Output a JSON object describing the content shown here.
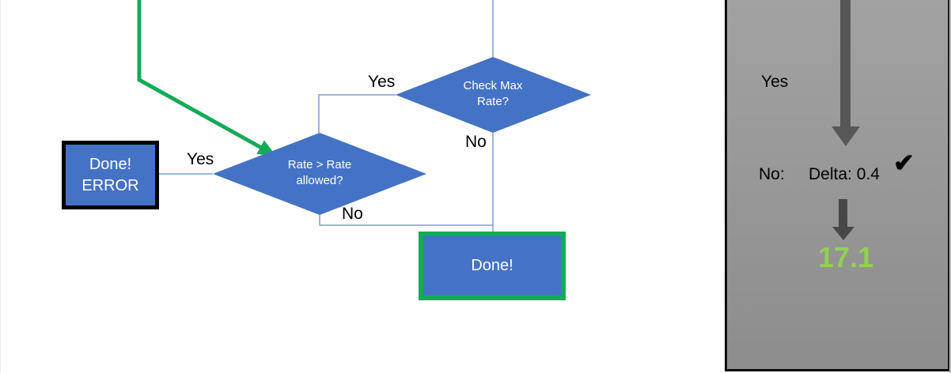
{
  "flowchart": {
    "check_max": {
      "text_line1": "Check Max",
      "text_line2": "Rate?",
      "yes_label": "Yes",
      "no_label": "No"
    },
    "rate_allowed": {
      "text_line1": "Rate > Rate",
      "text_line2": "allowed?",
      "yes_label": "Yes",
      "no_label": "No"
    },
    "done_error_box": {
      "line1": "Done!",
      "line2": "ERROR"
    },
    "done_box": {
      "label": "Done!"
    }
  },
  "side_panel": {
    "yes_label": "Yes",
    "no_label": "No:",
    "delta_label": "Delta: 0.4",
    "checkmark": "✔",
    "result_value": "17.1"
  },
  "colors": {
    "shape_blue": "#4472C4",
    "connector_blue": "#7F9CD4",
    "flow_green": "#13AB56",
    "panel_gray_top": "#A2A2A2",
    "panel_gray_bottom": "#8D8D8D",
    "arrow_dark_gray": "#575757",
    "result_green": "#92D050",
    "border_black": "#000000"
  }
}
